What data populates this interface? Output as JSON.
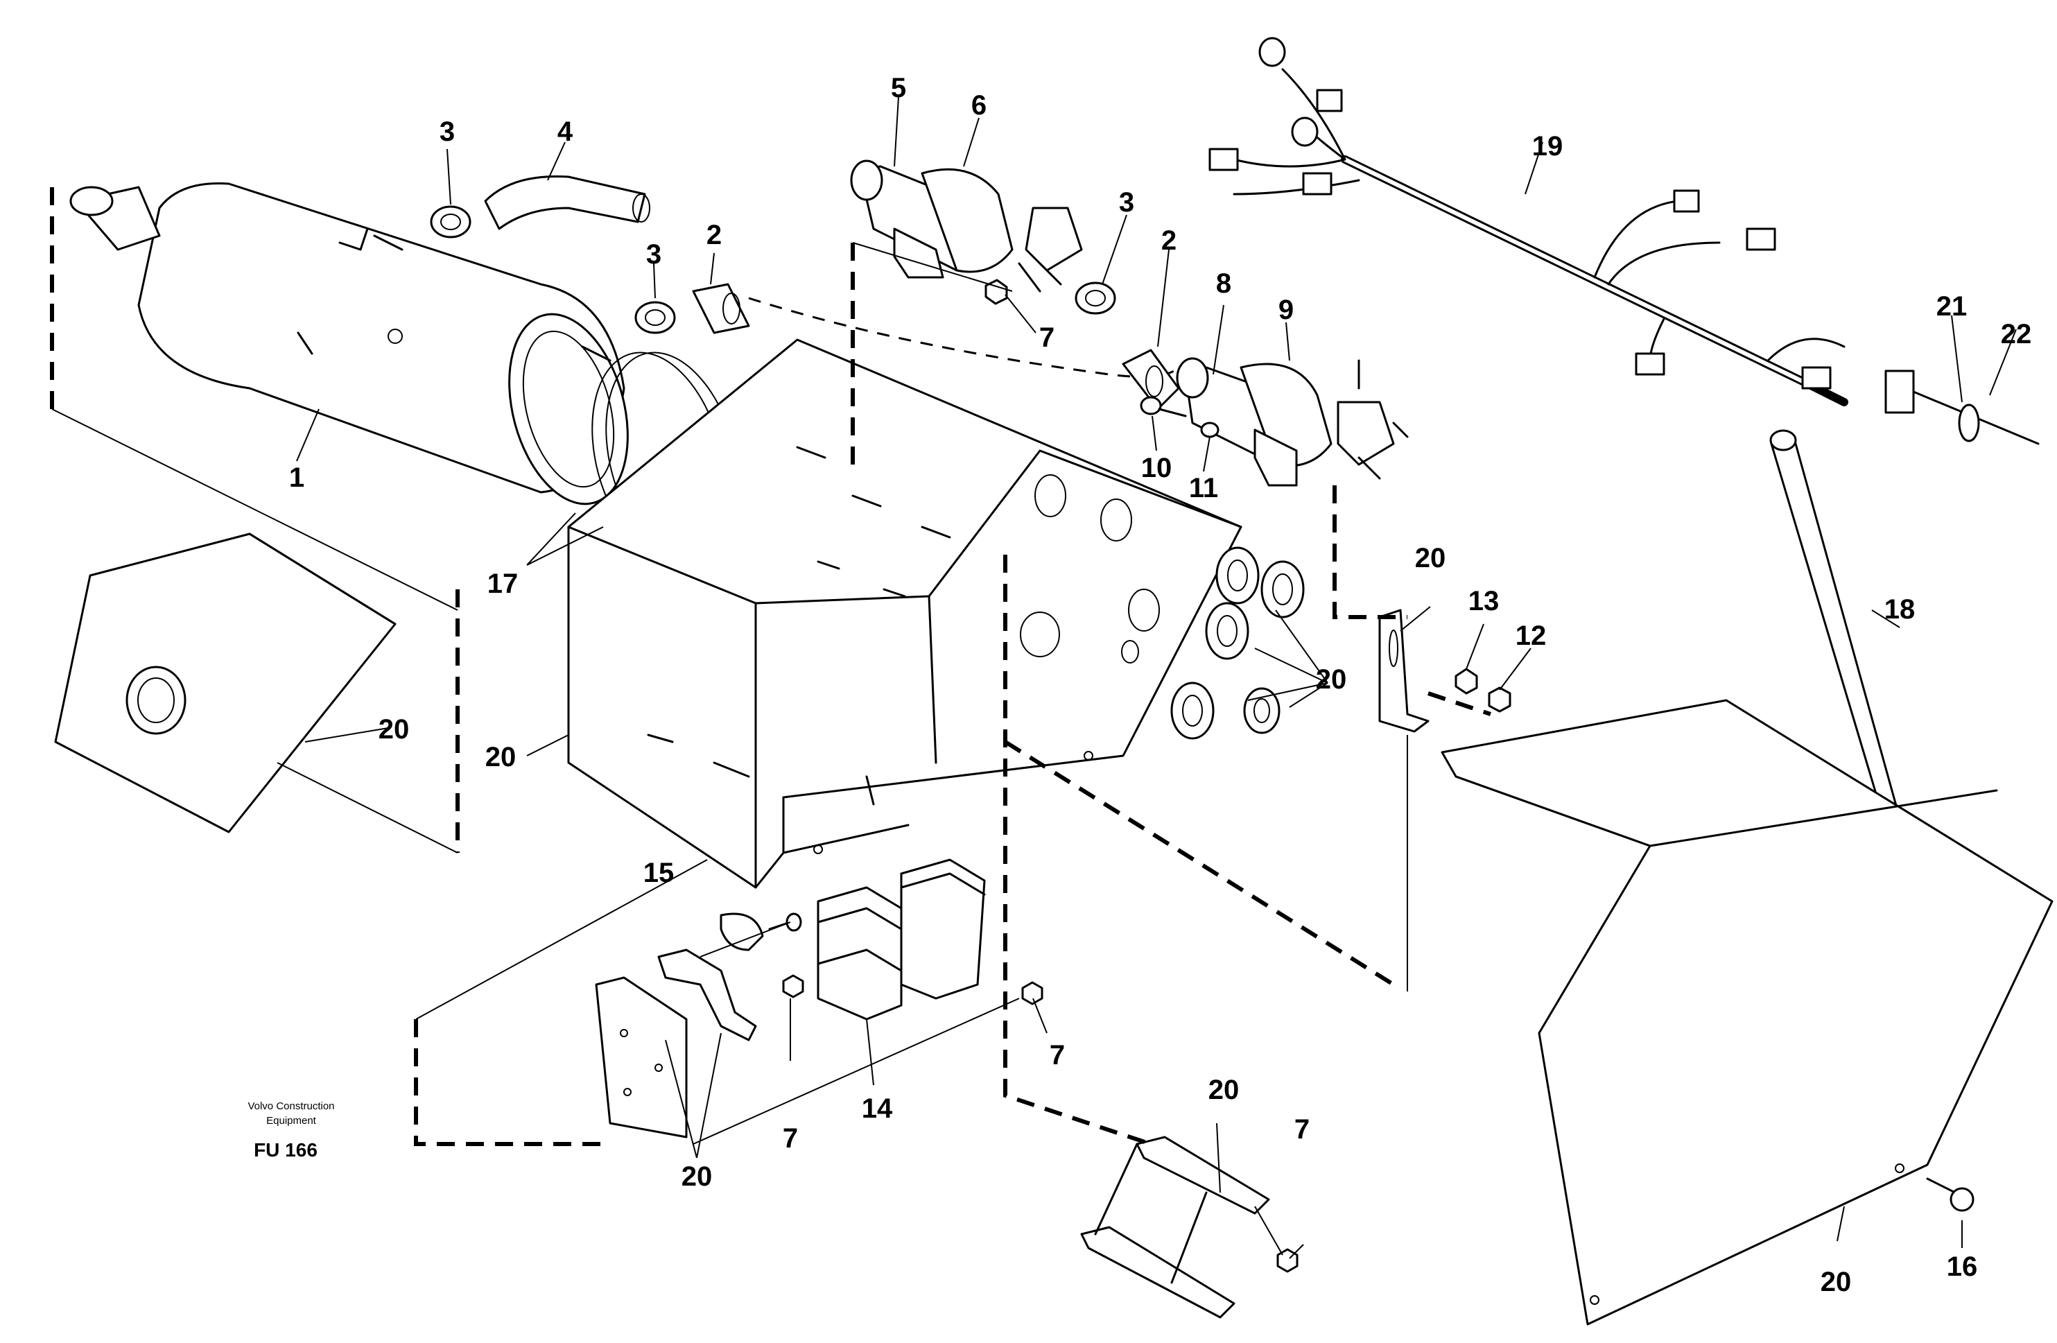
{
  "caption": {
    "maker_line1": "Volvo Construction",
    "maker_line2": "Equipment",
    "code": "FU 166"
  },
  "callouts": [
    {
      "id": "c1",
      "text": "1"
    },
    {
      "id": "c2a",
      "text": "2"
    },
    {
      "id": "c2b",
      "text": "2"
    },
    {
      "id": "c3a",
      "text": "3"
    },
    {
      "id": "c3b",
      "text": "3"
    },
    {
      "id": "c3c",
      "text": "3"
    },
    {
      "id": "c4",
      "text": "4"
    },
    {
      "id": "c5",
      "text": "5"
    },
    {
      "id": "c6",
      "text": "6"
    },
    {
      "id": "c7a",
      "text": "7"
    },
    {
      "id": "c7b",
      "text": "7"
    },
    {
      "id": "c7c",
      "text": "7"
    },
    {
      "id": "c7d",
      "text": "7"
    },
    {
      "id": "c8",
      "text": "8"
    },
    {
      "id": "c9",
      "text": "9"
    },
    {
      "id": "c10",
      "text": "10"
    },
    {
      "id": "c11",
      "text": "11"
    },
    {
      "id": "c12",
      "text": "12"
    },
    {
      "id": "c13",
      "text": "13"
    },
    {
      "id": "c14",
      "text": "14"
    },
    {
      "id": "c15",
      "text": "15"
    },
    {
      "id": "c16",
      "text": "16"
    },
    {
      "id": "c17",
      "text": "17"
    },
    {
      "id": "c18",
      "text": "18"
    },
    {
      "id": "c19",
      "text": "19"
    },
    {
      "id": "c20a",
      "text": "20"
    },
    {
      "id": "c20b",
      "text": "20"
    },
    {
      "id": "c20c",
      "text": "20"
    },
    {
      "id": "c20d",
      "text": "20"
    },
    {
      "id": "c20e",
      "text": "20"
    },
    {
      "id": "c20f",
      "text": "20"
    },
    {
      "id": "c20g",
      "text": "20"
    },
    {
      "id": "c21",
      "text": "21"
    },
    {
      "id": "c22",
      "text": "22"
    }
  ]
}
